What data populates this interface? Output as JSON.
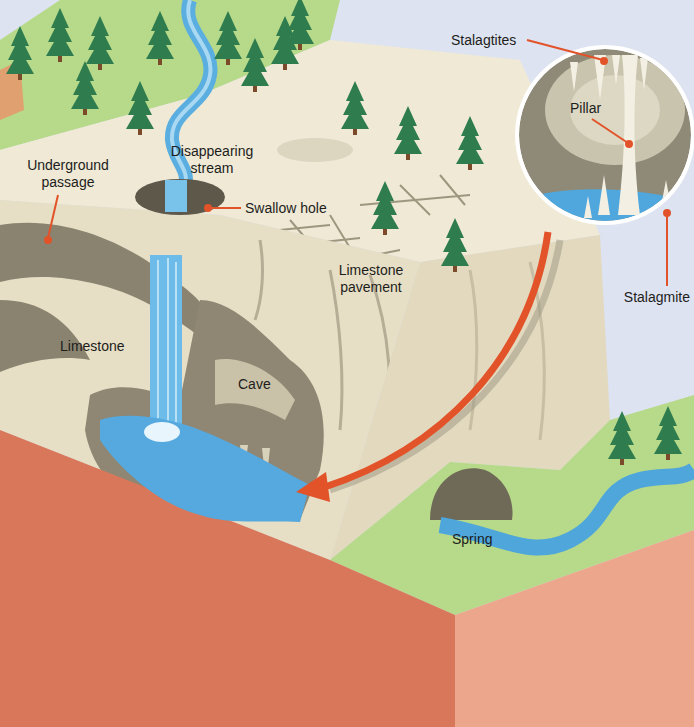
{
  "diagram": {
    "labels": [
      "Underground passage",
      "Disappearing stream",
      "Swallow hole",
      "Limestone pavement",
      "Limestone",
      "Cave",
      "Spring",
      "Stalagtites",
      "Pillar",
      "Stalagmite"
    ]
  }
}
